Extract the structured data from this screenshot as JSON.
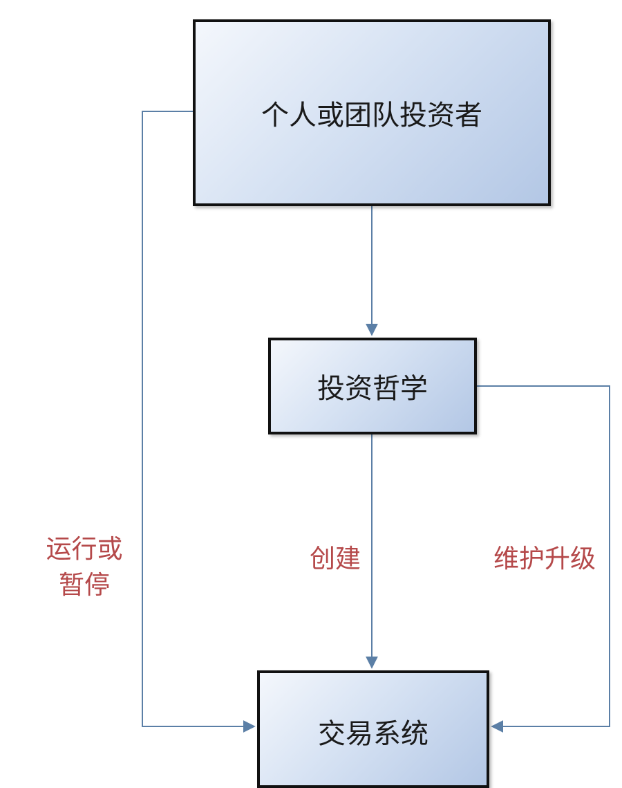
{
  "nodes": {
    "investor": "个人或团队投资者",
    "philosophy": "投资哲学",
    "trading_system": "交易系统"
  },
  "edges": {
    "run_or_pause": [
      "运行或",
      "暂停"
    ],
    "create": "创建",
    "maintain_upgrade": "维护升级"
  },
  "colors": {
    "connector": "#5b7fa6",
    "edge_label": "#b5494a",
    "node_border": "#111111",
    "node_fill_light": "#f4f7fc",
    "node_fill_dark": "#b3c7e5"
  }
}
